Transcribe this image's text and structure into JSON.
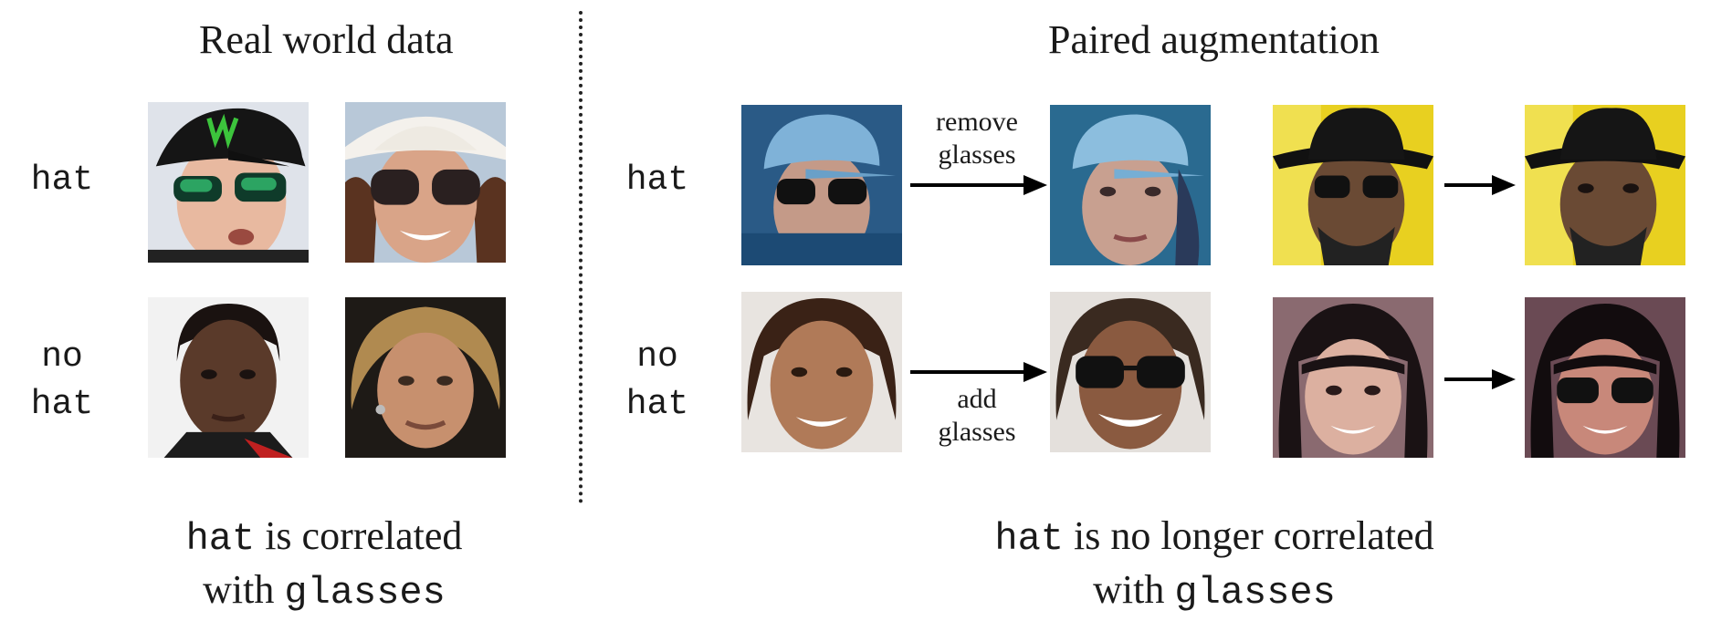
{
  "left": {
    "title": "Real world data",
    "row_labels": {
      "hat": "hat",
      "no_hat_line1": "no",
      "no_hat_line2": "hat"
    },
    "caption": {
      "kw1": "hat",
      "text1": "is correlated",
      "text2": "with",
      "kw2": "glasses"
    }
  },
  "right": {
    "title": "Paired augmentation",
    "row_labels": {
      "hat": "hat",
      "no_hat_line1": "no",
      "no_hat_line2": "hat"
    },
    "arrow_labels": {
      "remove_line1": "remove",
      "remove_line2": "glasses",
      "add_line1": "add",
      "add_line2": "glasses"
    },
    "caption": {
      "kw1": "hat",
      "text1": "is no longer correlated",
      "text2": "with",
      "kw2": "glasses"
    }
  },
  "colors": {
    "ink": "#1a1a1a",
    "arrow": "#000000",
    "divider": "#222222"
  },
  "icons": [
    "face-photo-icon",
    "arrow-right-icon"
  ]
}
